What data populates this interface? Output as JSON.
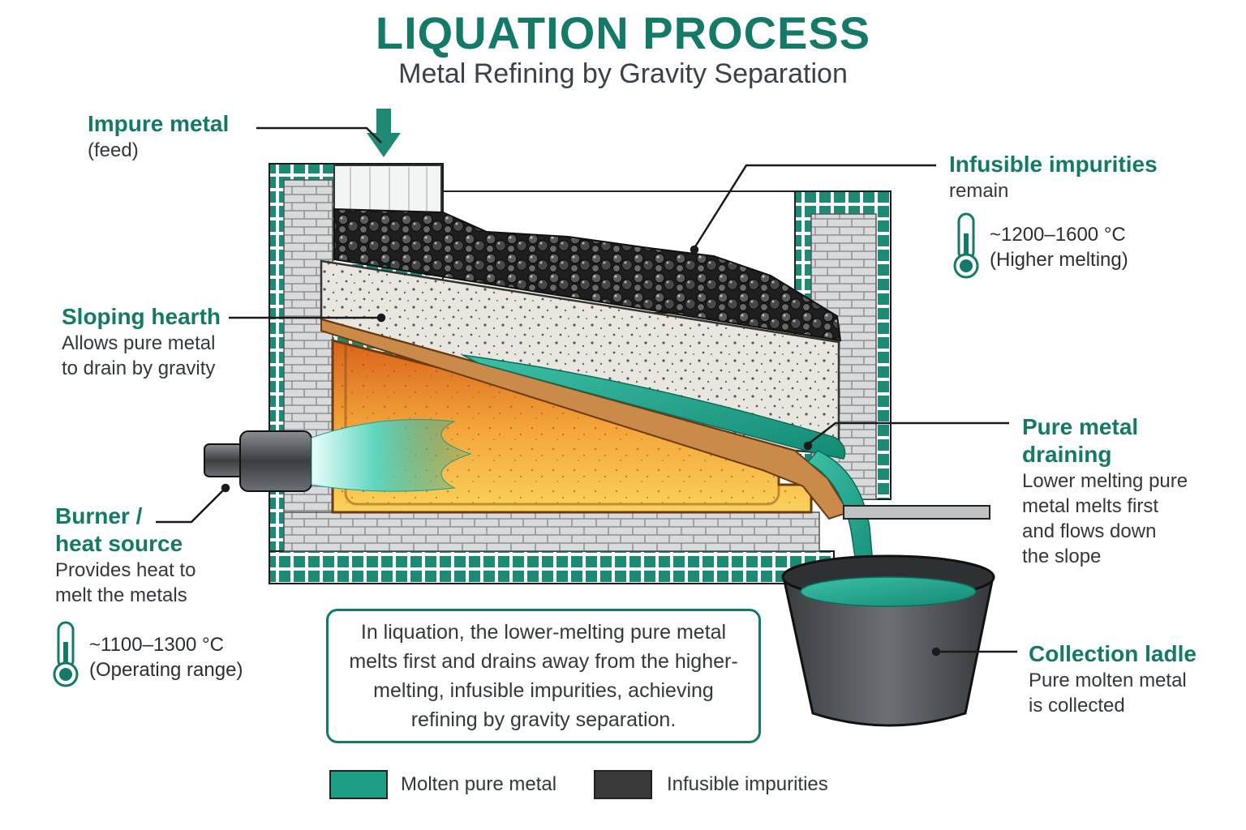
{
  "header": {
    "title": "LIQUATION PROCESS",
    "subtitle": "Metal Refining by Gravity Separation"
  },
  "labels": {
    "impure_metal": {
      "heading": "Impure metal",
      "text": "(feed)"
    },
    "infusible_impurities": {
      "heading": "Infusible impurities",
      "text": "remain",
      "temp": "~1200–1600 °C",
      "temp_note": "(Higher melting)"
    },
    "sloping_hearth": {
      "heading": "Sloping hearth",
      "line1": "Allows pure metal",
      "line2": "to drain by gravity"
    },
    "pure_metal_draining": {
      "heading1": "Pure metal",
      "heading2": "draining",
      "line1": "Lower melting pure",
      "line2": "metal melts first",
      "line3": "and flows down",
      "line4": "the slope"
    },
    "burner": {
      "heading1": "Burner /",
      "heading2": "heat source",
      "line1": "Provides heat to",
      "line2": "melt the metals",
      "temp": "~1100–1300 °C",
      "temp_note": "(Operating range)"
    },
    "collection_ladle": {
      "heading": "Collection ladle",
      "line1": "Pure molten metal",
      "line2": "is collected"
    }
  },
  "summary": "In liquation, the lower-melting pure metal melts first and drains away from the higher-melting, infusible impurities, achieving refining by gravity separation.",
  "legend": [
    {
      "label": "Molten pure metal",
      "color": "#1f9e86"
    },
    {
      "label": "Infusible impurities",
      "color": "#3a3a3a"
    }
  ],
  "icons": {
    "thermometer": "thermometer-icon",
    "feed_arrow": "arrow-down-icon"
  },
  "colors": {
    "accent": "#137a67",
    "molten": "#1f9e86",
    "impurity": "#2e2e2e",
    "furnace_heat": "#f0a23a"
  }
}
